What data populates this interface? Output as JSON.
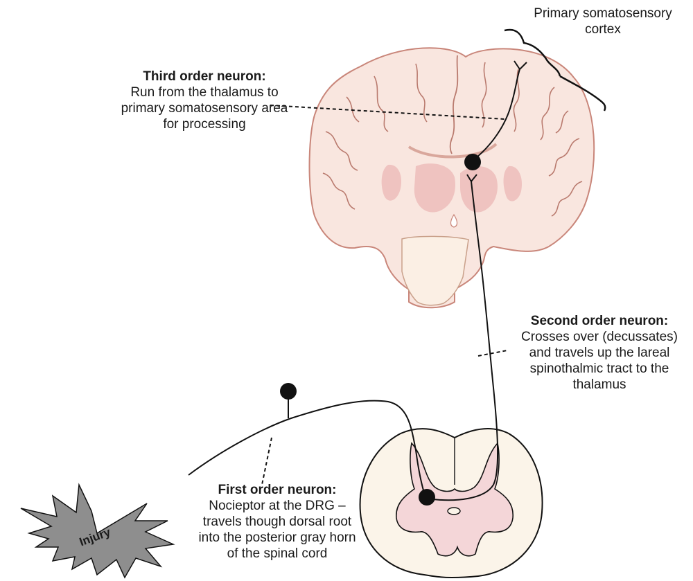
{
  "labels": {
    "cortex": "Primary somatosensory\ncortex",
    "third": {
      "title": "Third order neuron:",
      "text": "Run from the thalamus to\nprimary somatosensory area\nfor processing"
    },
    "second": {
      "title": "Second order neuron:",
      "text": "Crosses over (decussates)\nand travels up the lareal\nspinothalmic tract to the\nthalamus"
    },
    "first": {
      "title": "First order neuron:",
      "text": "Nocieptor at the DRG –\ntravels though dorsal root\ninto the posterior gray horn\nof the spinal cord"
    },
    "injury": "Injury"
  },
  "colors": {
    "brain_fill": "#f9e6df",
    "brain_outline": "#c9867a",
    "gray_matter": "#efc3c0",
    "cord_fill": "#fbf4e9",
    "cord_gray": "#f4d6d8",
    "neuron": "#111111",
    "injury_fill": "#8e8e8e"
  }
}
